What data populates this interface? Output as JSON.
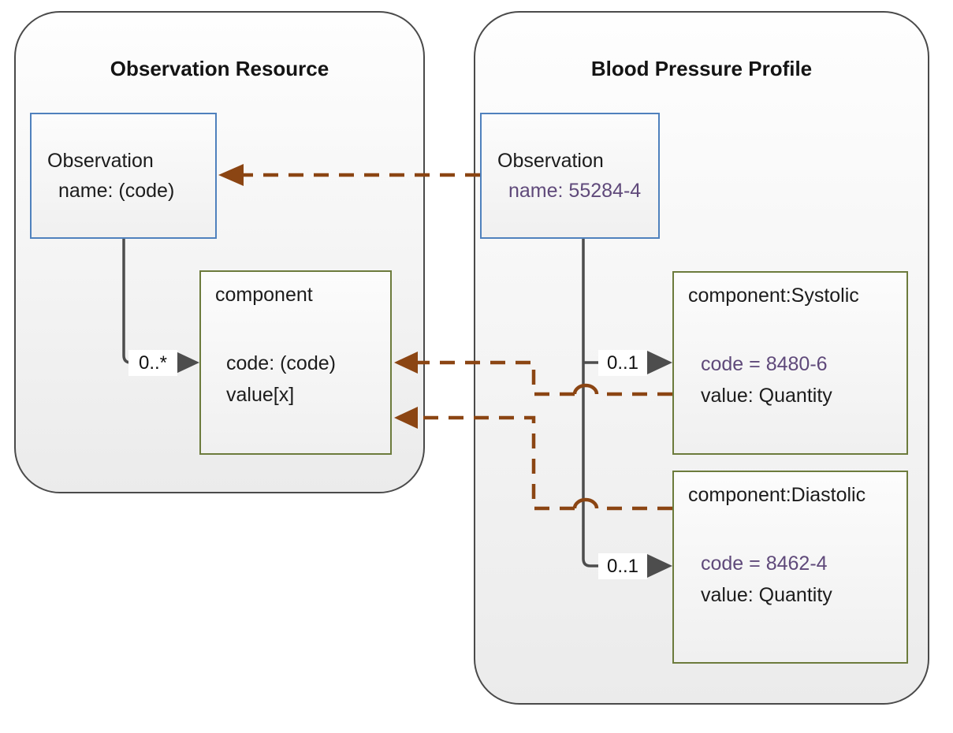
{
  "left_panel": {
    "title": "Observation Resource",
    "observation_box": {
      "name": "Observation",
      "attr": "name: (code)"
    },
    "component_box": {
      "title": "component",
      "attr1": "code: (code)",
      "attr2": "value[x]"
    },
    "cardinality": "0..*"
  },
  "right_panel": {
    "title": "Blood Pressure Profile",
    "observation_box": {
      "name": "Observation",
      "attr": "name: 55284-4"
    },
    "systolic_box": {
      "title": "component:Systolic",
      "attr1": "code = 8480-6",
      "attr2": "value: Quantity"
    },
    "diastolic_box": {
      "title": "component:Diastolic",
      "attr1": "code = 8462-4",
      "attr2": "value: Quantity"
    },
    "systolic_cardinality": "0..1",
    "diastolic_cardinality": "0..1"
  },
  "colors": {
    "container_border": "#4a4a4a",
    "observation_box_border": "#4f81bd",
    "component_box_border": "#6c7b3c",
    "gray_connector": "#4d4d4d",
    "brown_connector": "#8b4513",
    "code_text_purple": "#5f497a"
  }
}
